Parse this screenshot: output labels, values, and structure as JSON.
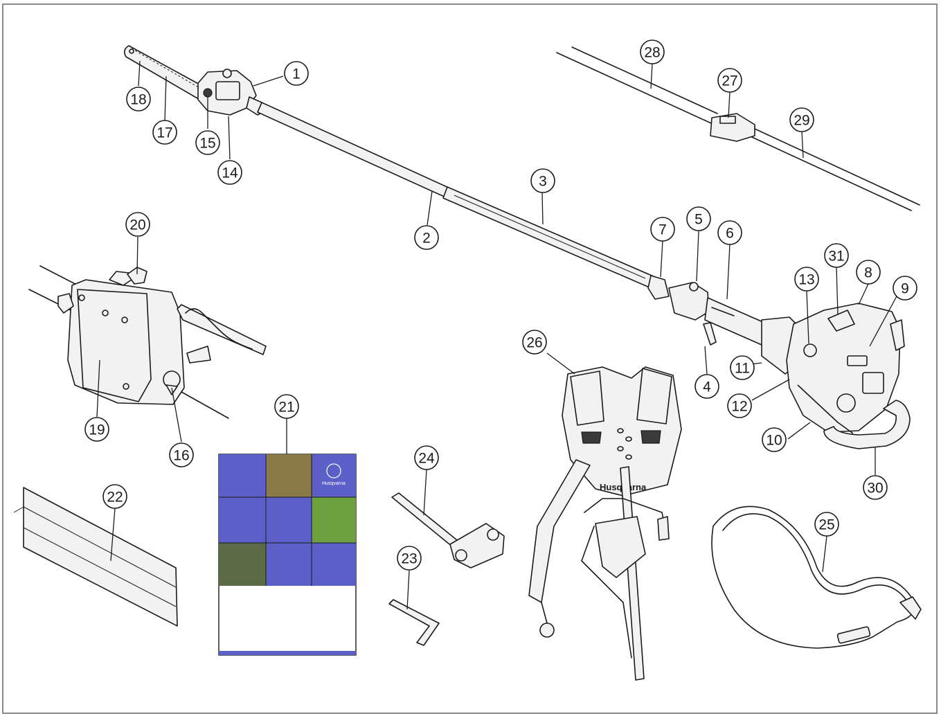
{
  "diagram": {
    "callouts": [
      {
        "id": "1",
        "label": "1"
      },
      {
        "id": "2",
        "label": "2"
      },
      {
        "id": "3",
        "label": "3"
      },
      {
        "id": "4",
        "label": "4"
      },
      {
        "id": "5",
        "label": "5"
      },
      {
        "id": "6",
        "label": "6"
      },
      {
        "id": "7",
        "label": "7"
      },
      {
        "id": "8",
        "label": "8"
      },
      {
        "id": "9",
        "label": "9"
      },
      {
        "id": "10",
        "label": "10"
      },
      {
        "id": "11",
        "label": "11"
      },
      {
        "id": "12",
        "label": "12"
      },
      {
        "id": "13",
        "label": "13"
      },
      {
        "id": "14",
        "label": "14"
      },
      {
        "id": "15",
        "label": "15"
      },
      {
        "id": "16",
        "label": "16"
      },
      {
        "id": "17",
        "label": "17"
      },
      {
        "id": "18",
        "label": "18"
      },
      {
        "id": "19",
        "label": "19"
      },
      {
        "id": "20",
        "label": "20"
      },
      {
        "id": "21",
        "label": "21"
      },
      {
        "id": "22",
        "label": "22"
      },
      {
        "id": "23",
        "label": "23"
      },
      {
        "id": "24",
        "label": "24"
      },
      {
        "id": "25",
        "label": "25"
      },
      {
        "id": "26",
        "label": "26"
      },
      {
        "id": "27",
        "label": "27"
      },
      {
        "id": "28",
        "label": "28"
      },
      {
        "id": "29",
        "label": "29"
      },
      {
        "id": "30",
        "label": "30"
      },
      {
        "id": "31",
        "label": "31"
      }
    ],
    "harness_brand": "Husqvarna",
    "manual_brand": "Husqvarna",
    "colors": {
      "manual_blue": "#5b5fc7",
      "line": "#1a1a1a",
      "frame": "#8a8a8a"
    }
  }
}
